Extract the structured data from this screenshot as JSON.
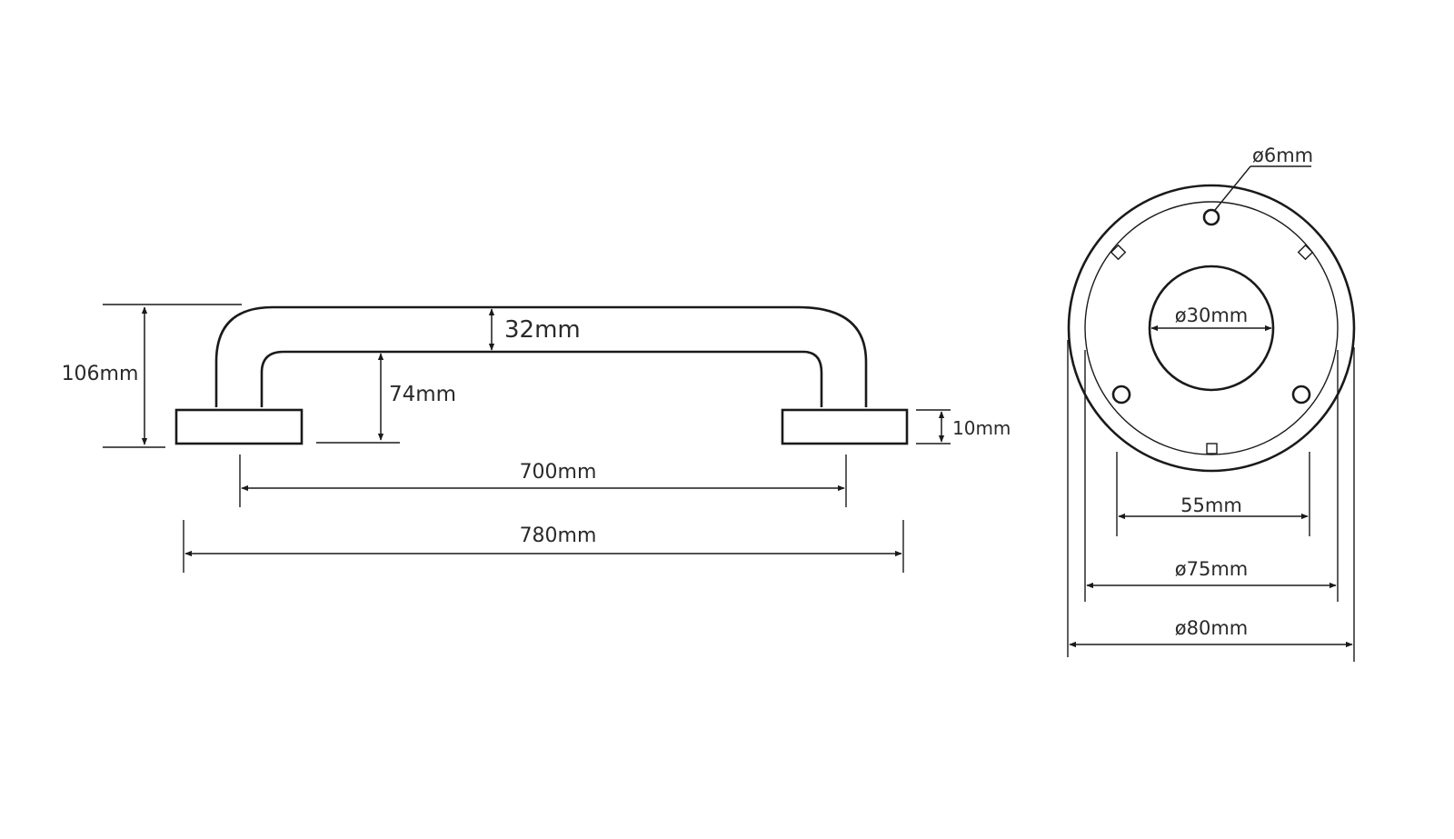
{
  "side_view": {
    "overall_height": "106mm",
    "tube_diameter": "32mm",
    "inner_clearance": "74mm",
    "flange_thickness": "10mm",
    "center_distance": "700mm",
    "overall_length": "780mm"
  },
  "end_view": {
    "screw_hole": "ø6mm",
    "center_hole": "ø30mm",
    "hole_spacing": "55mm",
    "inner_ring": "ø75mm",
    "outer_diameter": "ø80mm"
  }
}
